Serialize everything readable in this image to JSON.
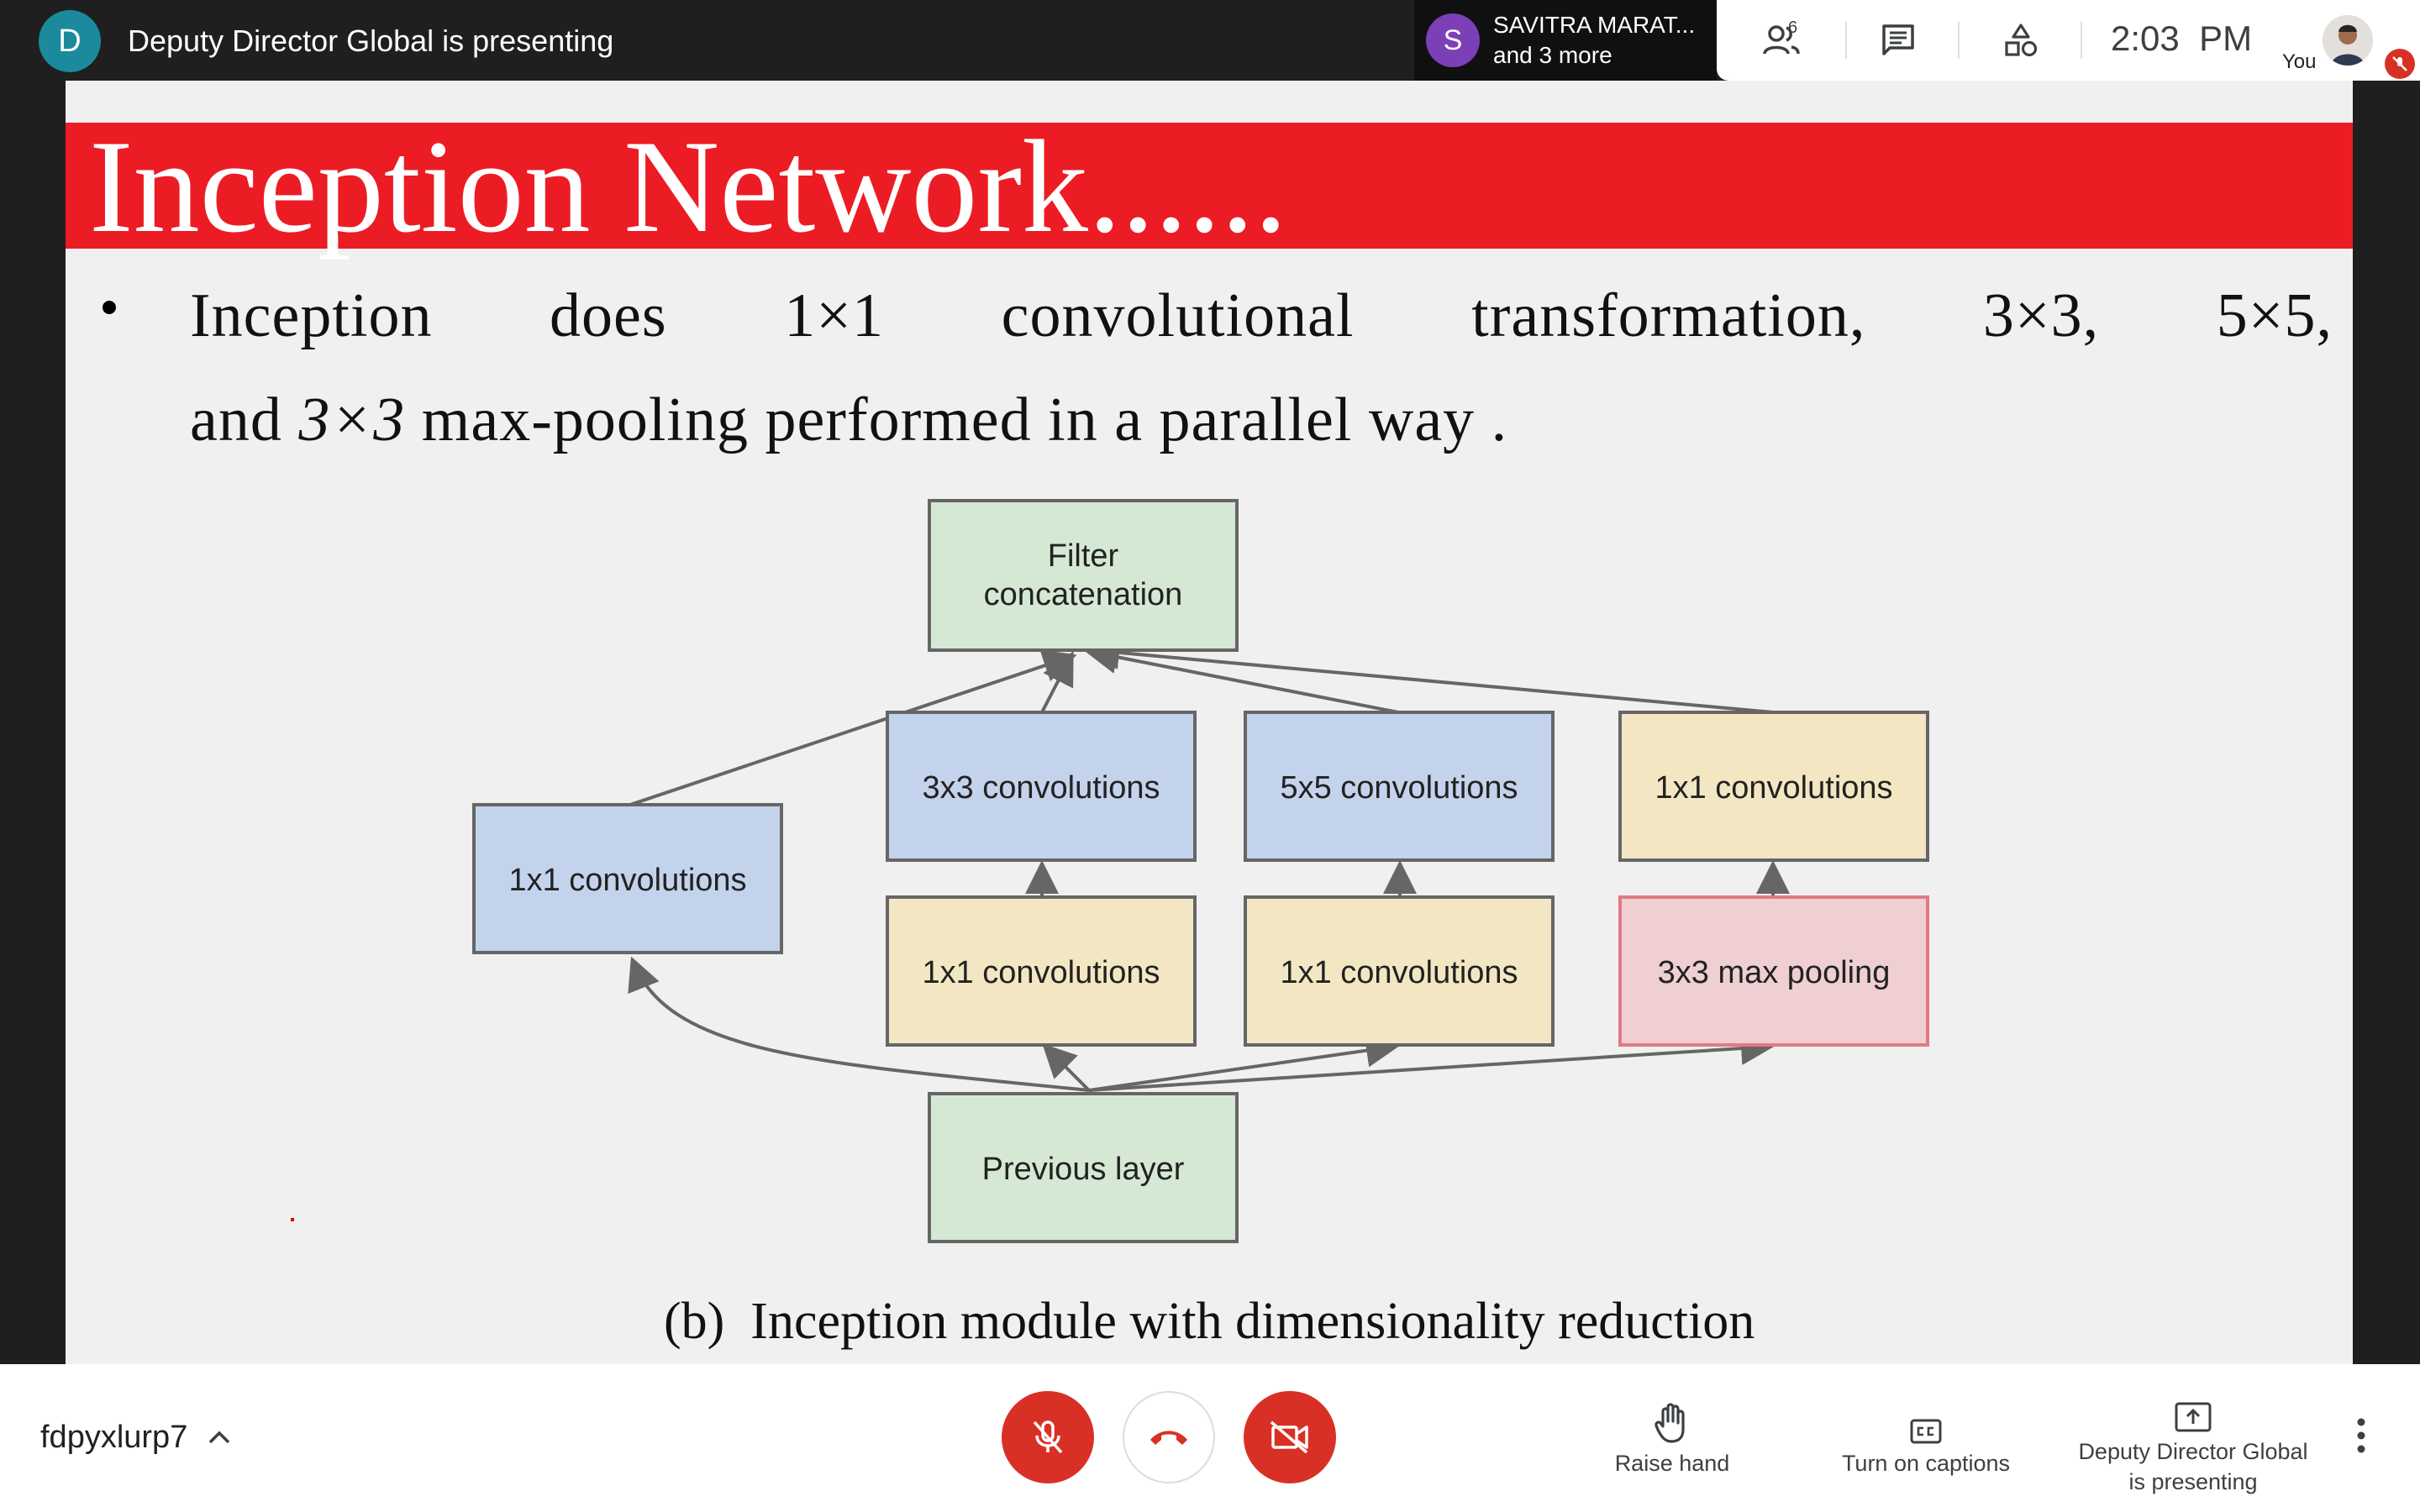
{
  "topbar": {
    "presenter_initial": "D",
    "presenter_title": "Deputy Director Global is presenting",
    "participant_initial": "S",
    "participant_name": "SAVITRA MARAT...",
    "participant_more": "and 3 more",
    "people_count": "6",
    "clock": "2:03  PM",
    "you_label": "You"
  },
  "slide": {
    "title": "Inception Network......",
    "bullet_line1": "Inception does 1×1 convolutional transformation, 3×3, 5×5,",
    "bullet_line2_pre": "and ",
    "bullet_line2_math": "3×3",
    "bullet_line2_post": " max-pooling performed in a parallel way .",
    "diagram": {
      "filter_line1": "Filter",
      "filter_line2": "concatenation",
      "left_conv1x1": "1x1 convolutions",
      "conv3x3": "3x3 convolutions",
      "conv5x5": "5x5 convolutions",
      "conv1x1_right_top": "1x1 convolutions",
      "reduce_3x3": "1x1 convolutions",
      "reduce_5x5": "1x1 convolutions",
      "maxpool": "3x3 max pooling",
      "previous_layer": "Previous layer",
      "colors": {
        "green": "#d5e8d4",
        "blue": "#c3d3ec",
        "yellow": "#f3e7c3",
        "pink": "#f0cfd3"
      }
    },
    "caption": "(b)  Inception module with dimensionality reduction",
    "header_color": "#ec1c24"
  },
  "bottombar": {
    "meeting_code": "fdpyxlurp7",
    "raise_hand": "Raise hand",
    "captions": "Turn on captions",
    "presenting_line1": "Deputy Director Global",
    "presenting_line2": "is presenting",
    "icons": [
      "chevron-up-icon",
      "mic-off-icon",
      "hang-up-icon",
      "camera-off-icon",
      "hand-icon",
      "captions-icon",
      "present-icon",
      "more-vert-icon"
    ]
  }
}
